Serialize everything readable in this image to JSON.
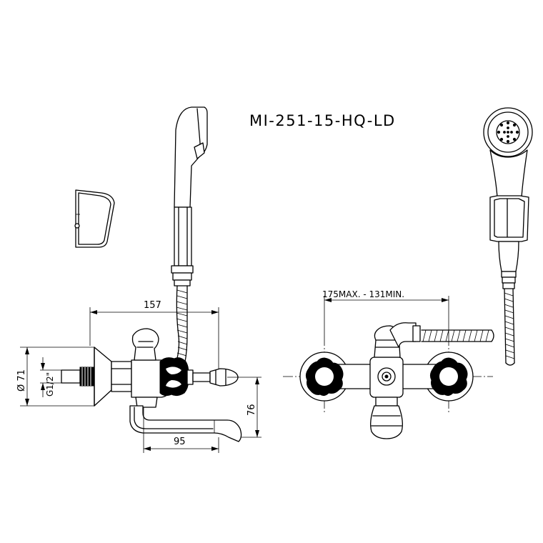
{
  "drawing": {
    "model_code": "MI-251-15-HQ-LD",
    "dimensions": {
      "overall_depth": "157",
      "spout_reach": "95",
      "spout_height": "76",
      "flange_diameter": "Ø 71",
      "thread": "G1/2\"",
      "centers": "175MAX. - 131MIN."
    }
  },
  "colors": {
    "line": "#000000",
    "background": "#ffffff"
  }
}
